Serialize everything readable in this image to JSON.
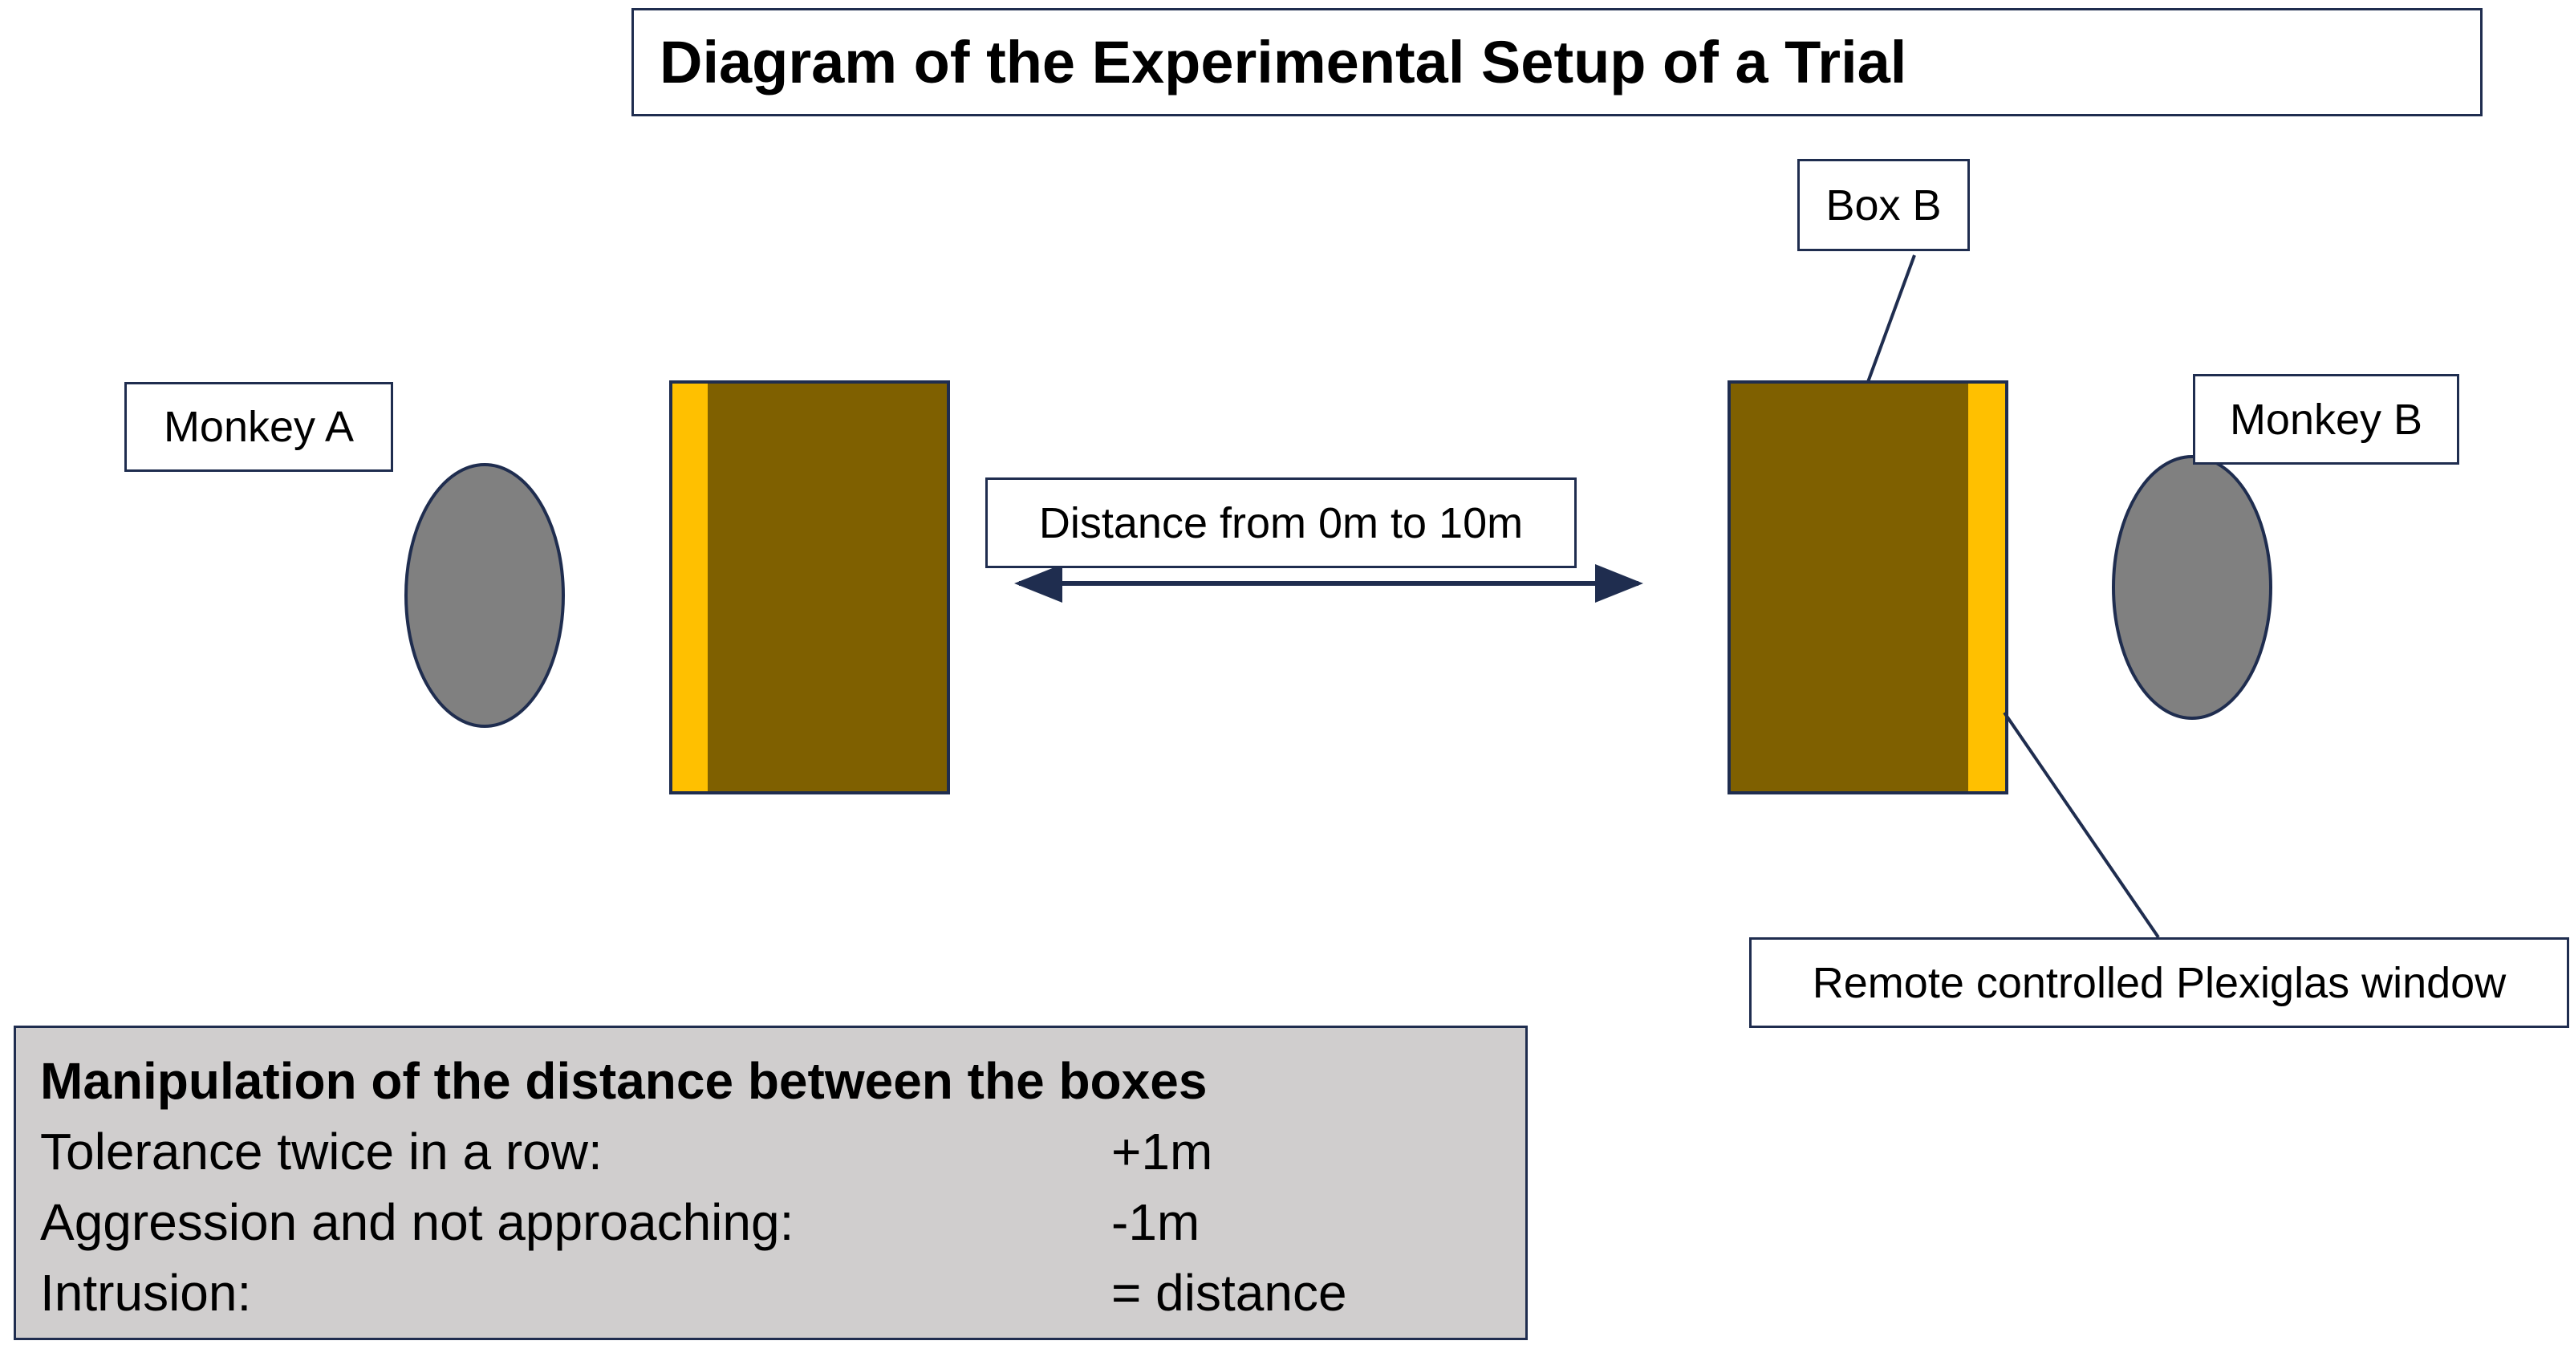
{
  "title": "Diagram of the Experimental Setup of a Trial",
  "labels": {
    "monkey_a": "Monkey A",
    "monkey_b": "Monkey B",
    "box_b": "Box B",
    "distance": "Distance from 0m to 10m",
    "window": "Remote controlled Plexiglas window"
  },
  "rules": {
    "heading": "Manipulation of the distance between the boxes",
    "items": [
      {
        "condition": "Tolerance twice in a row:",
        "value": "+1m"
      },
      {
        "condition": "Aggression and not approaching:",
        "value": "-1m"
      },
      {
        "condition": "Intrusion:",
        "value": "= distance"
      }
    ]
  },
  "colors": {
    "box_fill": "#7f6000",
    "window_fill": "#ffc000",
    "monkey_fill": "#808080",
    "outline": "#1f2d4f",
    "panel_fill": "#d0cece"
  }
}
